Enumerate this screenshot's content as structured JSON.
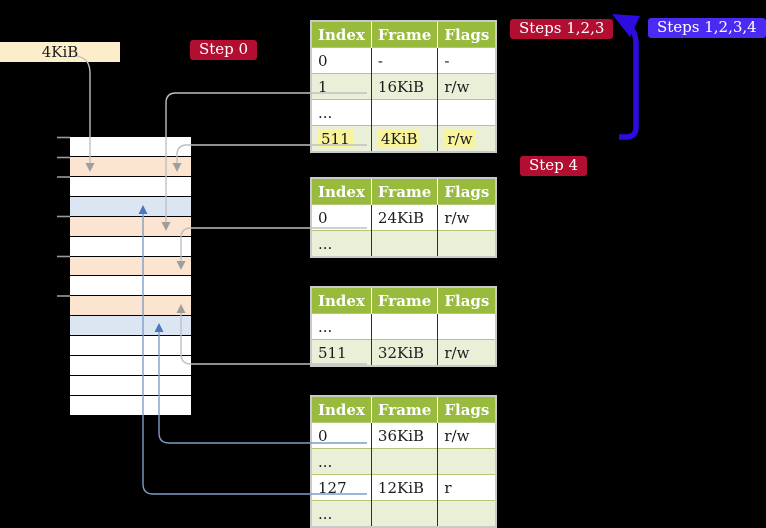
{
  "colors": {
    "accent_red": "#B10E31",
    "accent_blue": "#4B2BF2",
    "arrow_blue": "#2D0CE0",
    "table_header_green": "#99BB3D",
    "table_row_green": "#EAF0D8",
    "table_rowline_green": "#B2C878",
    "table_border_gray": "#C9C9C9",
    "highlight_yellow": "#F9F39B",
    "label_cream": "#FCEDCB",
    "connector_gray": "#C0C0C0",
    "arrowhead_gray": "#9E9E9E",
    "connector_blue": "#7F9DC9",
    "arrowhead_blue": "#4876C0",
    "tick_gray": "#9A9A9A",
    "frame_colors": {
      "white": "#FFFFFF",
      "peach": "#FCE5D0",
      "blue": "#DCE6F2"
    }
  },
  "labels": {
    "page_size": "4KiB",
    "step0": "Step 0",
    "steps123": "Steps 1,2,3",
    "steps1234": "Steps 1,2,3,4",
    "step4": "Step 4"
  },
  "memory": {
    "rows": [
      "white",
      "peach",
      "white",
      "blue",
      "peach",
      "white",
      "peach",
      "white",
      "peach",
      "blue",
      "white",
      "white",
      "white",
      "white"
    ]
  },
  "tables": [
    {
      "name": "page-table-top",
      "headers": [
        "Index",
        "Frame",
        "Flags"
      ],
      "rows": [
        [
          "0",
          "-",
          "-"
        ],
        [
          "1",
          "16KiB",
          "r/w"
        ],
        [
          "...",
          "",
          ""
        ],
        [
          "511",
          "4KiB",
          "r/w"
        ]
      ],
      "highlight_row": 3
    },
    {
      "name": "page-table-second",
      "headers": [
        "Index",
        "Frame",
        "Flags"
      ],
      "rows": [
        [
          "0",
          "24KiB",
          "r/w"
        ],
        [
          "...",
          "",
          ""
        ]
      ]
    },
    {
      "name": "page-table-third",
      "headers": [
        "Index",
        "Frame",
        "Flags"
      ],
      "rows": [
        [
          "...",
          "",
          ""
        ],
        [
          "511",
          "32KiB",
          "r/w"
        ]
      ]
    },
    {
      "name": "page-table-bottom",
      "headers": [
        "Index",
        "Frame",
        "Flags"
      ],
      "rows": [
        [
          "0",
          "36KiB",
          "r/w"
        ],
        [
          "...",
          "",
          ""
        ],
        [
          "127",
          "12KiB",
          "r"
        ],
        [
          "...",
          "",
          ""
        ]
      ]
    }
  ]
}
